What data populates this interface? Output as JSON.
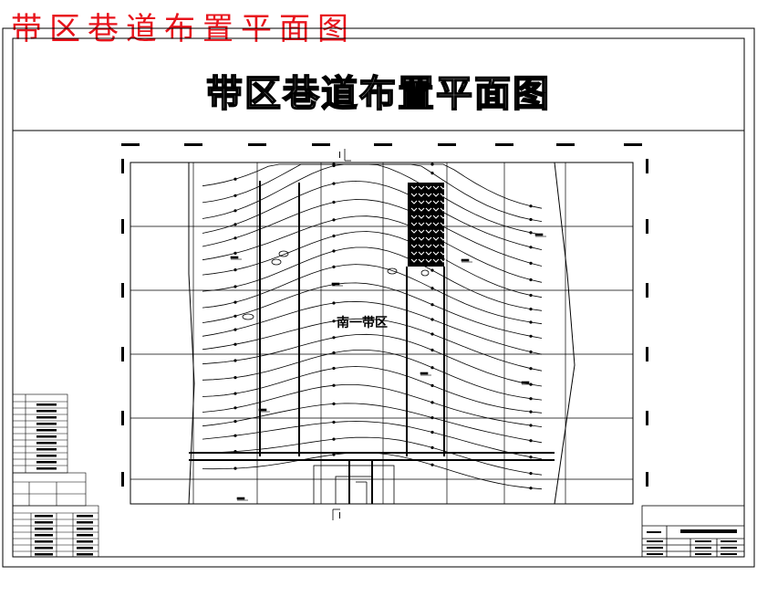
{
  "page_title": "带区巷道布置平面图",
  "drawing": {
    "banner_title": "带区巷道布置平面图",
    "zone_label": "南一带区",
    "section_marker": "I"
  },
  "colors": {
    "page_title": "#e8141c",
    "line": "#000000",
    "background": "#ffffff"
  }
}
